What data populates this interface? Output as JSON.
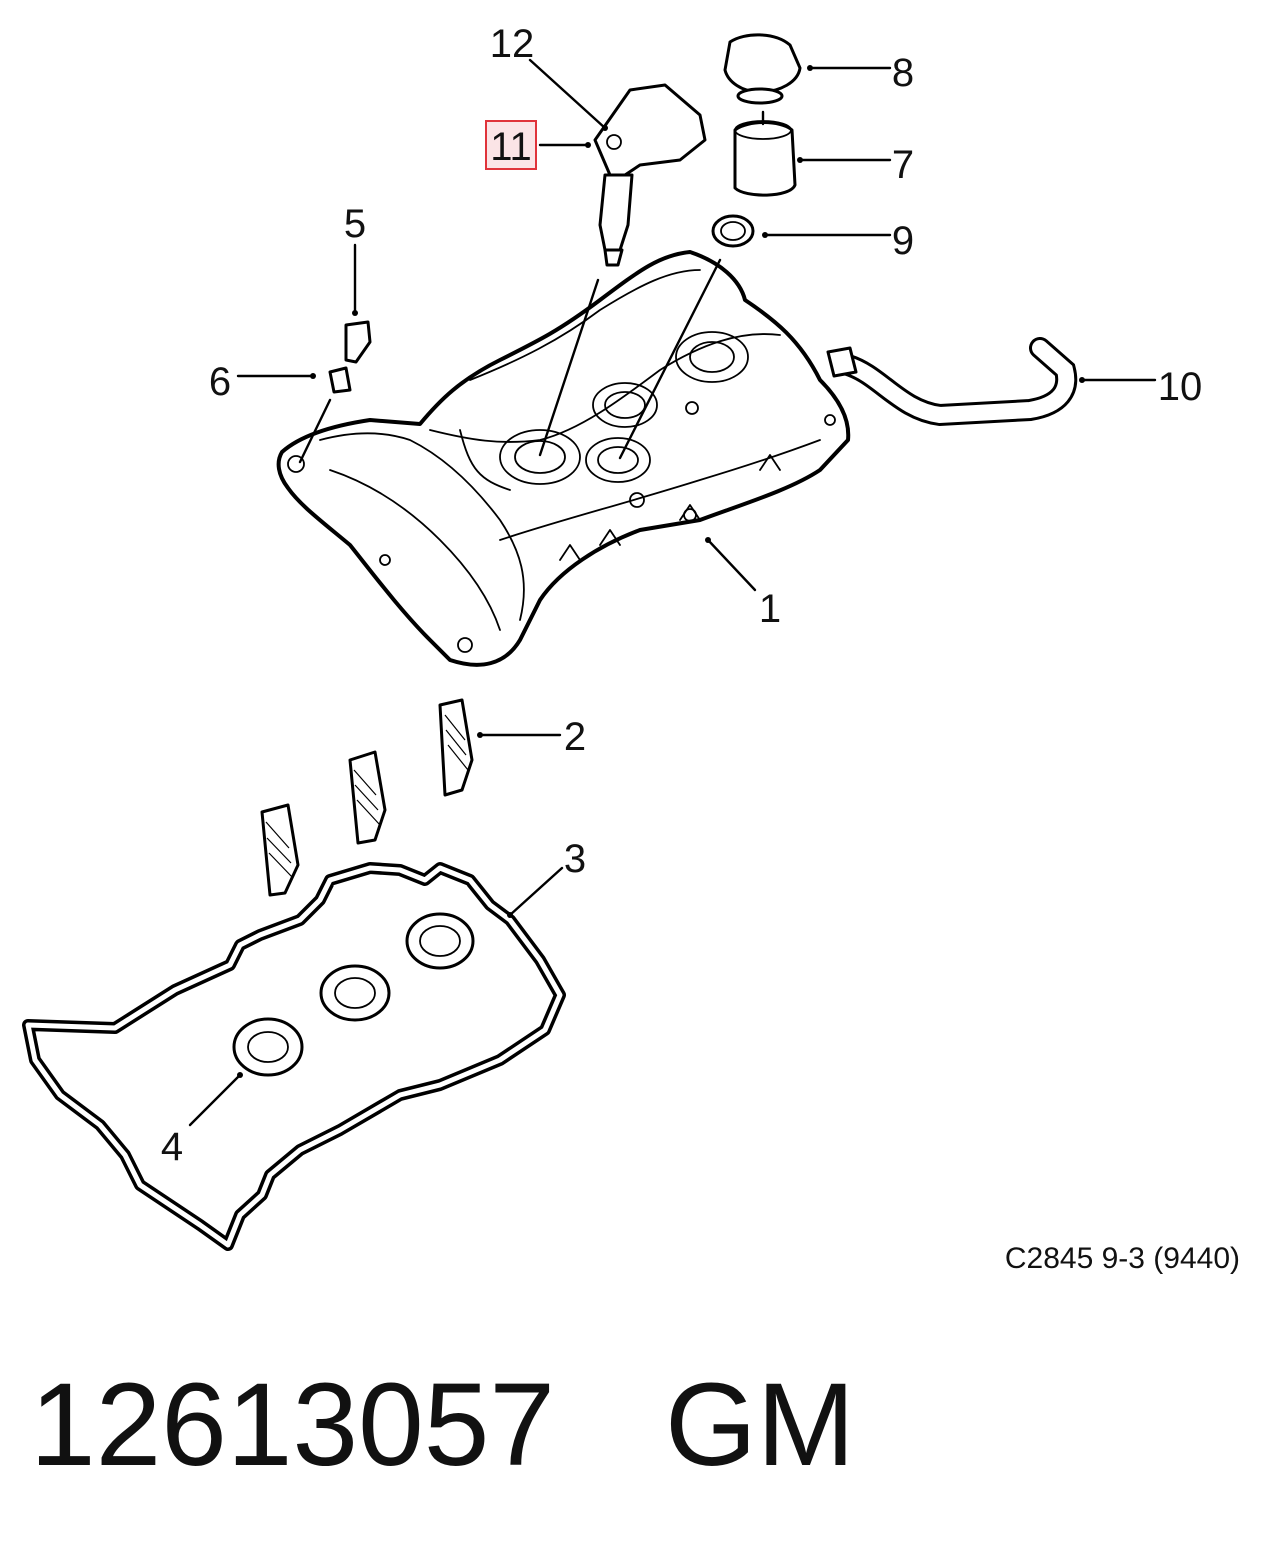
{
  "diagram": {
    "callouts": [
      "1",
      "2",
      "3",
      "4",
      "5",
      "6",
      "7",
      "8",
      "9",
      "10",
      "11",
      "12"
    ],
    "highlighted_callout": "11",
    "highlight_color": "#e0333a",
    "highlight_fill": "#fbe4e6",
    "reference_code": "C2845 9-3 (9440)"
  },
  "footer": {
    "part_number": "12613057",
    "manufacturer": "GM"
  }
}
